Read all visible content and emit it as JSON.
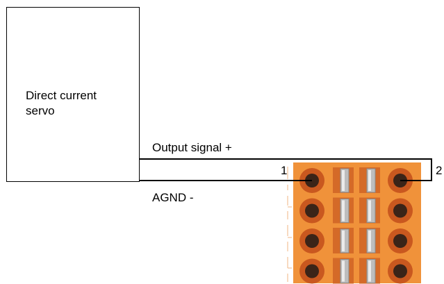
{
  "servo_box": {
    "label_line1": "Direct current",
    "label_line2": "servo"
  },
  "wires": {
    "output_label": "Output signal +",
    "agnd_label": "AGND -"
  },
  "terminal_block": {
    "pin_left_label": "1",
    "pin_right_label": "2",
    "rows": 4,
    "colors": {
      "body": "#f0923a",
      "ring": "#c9581f",
      "screw": "#3b2418",
      "slot": "#d46a28",
      "lever": "#bdbdbd"
    }
  }
}
